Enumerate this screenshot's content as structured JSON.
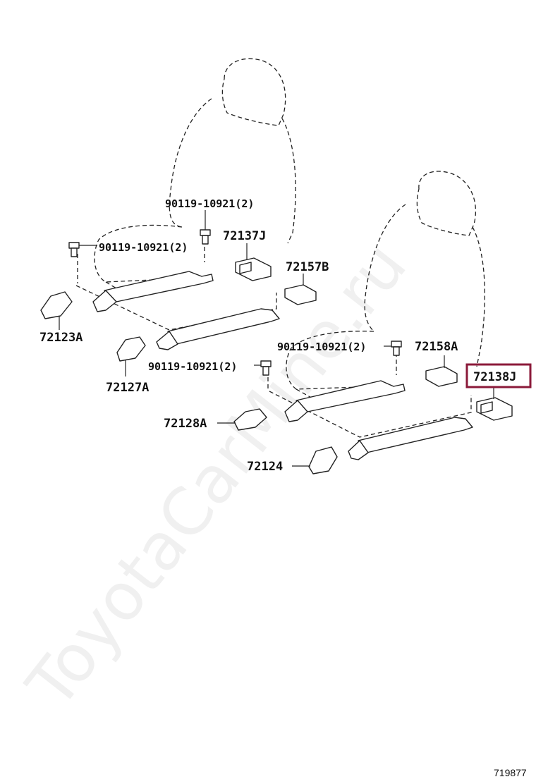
{
  "watermark": "ToyotaCarMine.ru",
  "figure_number": "719877",
  "highlight_color": "#8b1a3a",
  "parts": {
    "bolt_upper_left": "90119-10921(2)",
    "bolt_left": "90119-10921(2)",
    "bolt_right_upper": "90119-10921(2)",
    "bolt_right_lower": "90119-10921(2)",
    "p72137J": "72137J",
    "p72157B": "72157B",
    "p72123A": "72123A",
    "p72127A": "72127A",
    "p72158A": "72158A",
    "p72138J": "72138J",
    "p72128A": "72128A",
    "p72124": "72124"
  }
}
